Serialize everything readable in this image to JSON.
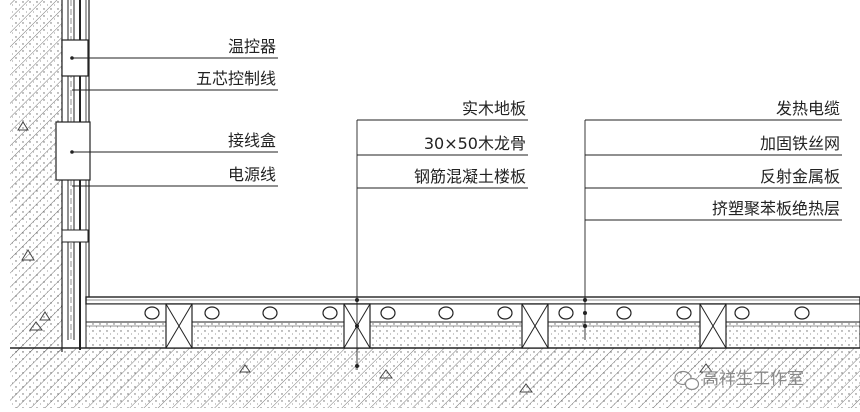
{
  "left_labels": [
    "温控器",
    "五芯控制线",
    "接线盒",
    "电源线"
  ],
  "middle_labels": [
    "实木地板",
    "30×50木龙骨",
    "钢筋混凝土楼板"
  ],
  "right_labels": [
    "发热电缆",
    "加固铁丝网",
    "反射金属板",
    "挤塑聚苯板绝热层"
  ],
  "watermark": "高祥生工作室",
  "colors": {
    "line": "#222222",
    "hatch": "#555555",
    "background": "#ffffff",
    "watermark": "#8a8a8a"
  }
}
